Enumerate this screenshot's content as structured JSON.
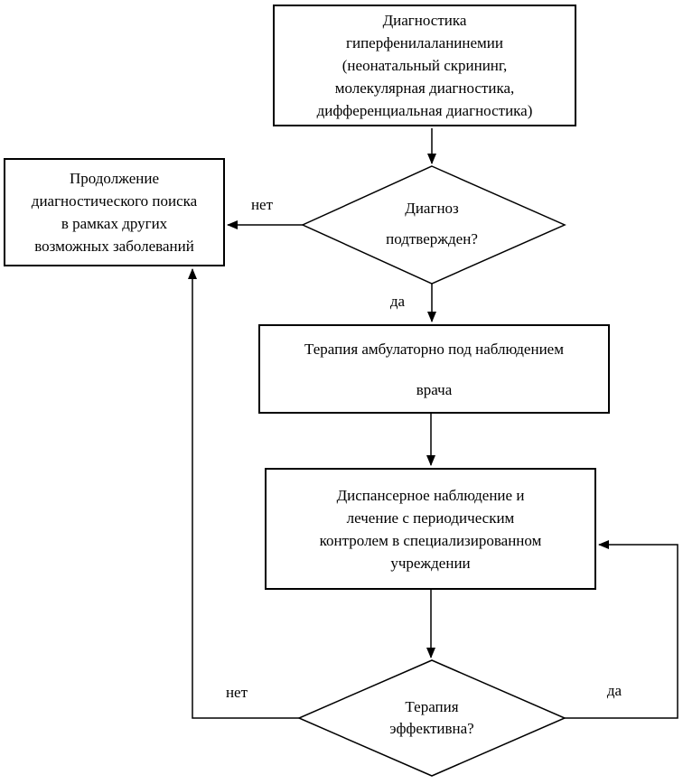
{
  "diagram": {
    "type": "flowchart",
    "language": "ru",
    "colors": {
      "line": "#000000",
      "background": "#ffffff",
      "text": "#000000"
    },
    "nodes": {
      "diagnostics": {
        "shape": "rectangle",
        "text": "Диагностика\nгиперфенилаланинемии\n(неонатальный скрининг,\nмолекулярная диагностика,\nдифференциальная диагностика)"
      },
      "continue_search": {
        "shape": "rectangle",
        "text": "Продолжение\nдиагностического поиска\nв рамках других\nвозможных заболеваний"
      },
      "diagnosis_confirmed": {
        "shape": "diamond",
        "text": "Диагноз\nподтвержден?"
      },
      "outpatient_therapy": {
        "shape": "rectangle",
        "text": "Терапия амбулаторно под наблюдением\nврача"
      },
      "dispensary": {
        "shape": "rectangle",
        "text": "Диспансерное наблюдение и\nлечение с периодическим\nконтролем в специализированном\nучреждении"
      },
      "therapy_effective": {
        "shape": "diamond",
        "text": "Терапия\nэффективна?"
      }
    },
    "edges": [
      {
        "from": "diagnostics",
        "to": "diagnosis_confirmed",
        "label": ""
      },
      {
        "from": "diagnosis_confirmed",
        "to": "continue_search",
        "label": "нет"
      },
      {
        "from": "diagnosis_confirmed",
        "to": "outpatient_therapy",
        "label": "да"
      },
      {
        "from": "outpatient_therapy",
        "to": "dispensary",
        "label": ""
      },
      {
        "from": "dispensary",
        "to": "therapy_effective",
        "label": ""
      },
      {
        "from": "therapy_effective",
        "to": "continue_search",
        "label": "нет"
      },
      {
        "from": "therapy_effective",
        "to": "dispensary",
        "label": "да"
      }
    ]
  }
}
